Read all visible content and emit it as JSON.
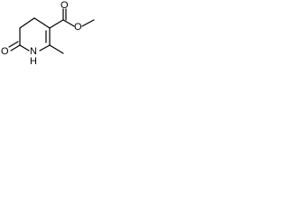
{
  "molecule": {
    "atoms": {
      "carbonyl_oxygen": "O",
      "ester_oxygen_single": "O",
      "ester_oxygen_double": "O",
      "ring_nitrogen": "N",
      "nh_hydrogen": "H"
    },
    "colors": {
      "bond": "#000000",
      "background": "#ffffff"
    }
  }
}
